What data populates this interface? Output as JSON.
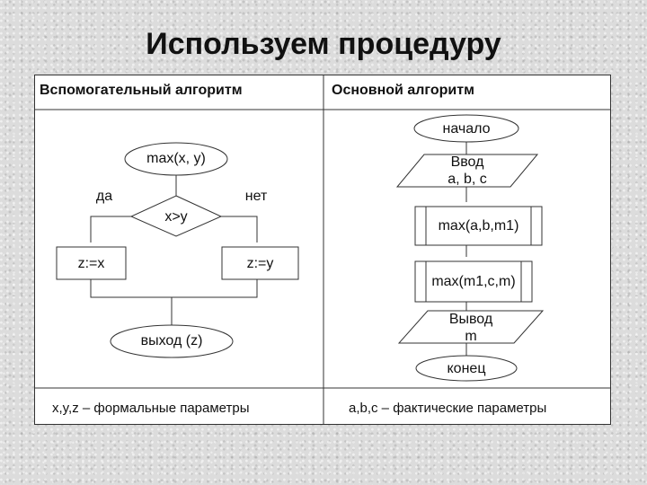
{
  "title": "Используем процедуру",
  "headers": {
    "left": "Вспомогательный алгоритм",
    "right": "Основной алгоритм"
  },
  "left_chart": {
    "start": "max(x, y)",
    "condition": "x>y",
    "yes_label": "да",
    "no_label": "нет",
    "yes_action": "z:=x",
    "no_action": "z:=y",
    "end": "выход (z)"
  },
  "right_chart": {
    "start": "начало",
    "input_line1": "Ввод",
    "input_line2": "a, b, c",
    "call1": "max(a,b,m1)",
    "call2": "max(m1,c,m)",
    "output_line1": "Вывод",
    "output_line2": "m",
    "end": "конец"
  },
  "footer": {
    "left": "x,y,z – формальные параметры",
    "right": "a,b,c – фактические параметры"
  },
  "colors": {
    "line": "#333333",
    "shape_fill": "#ffffff",
    "text": "#111111"
  }
}
